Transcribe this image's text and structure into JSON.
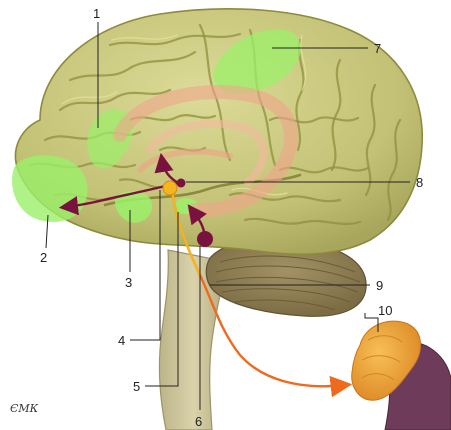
{
  "labels": {
    "l1": "1",
    "l2": "2",
    "l3": "3",
    "l4": "4",
    "l5": "5",
    "l6": "6",
    "l7": "7",
    "l8": "8",
    "l9": "9",
    "l10": "10"
  },
  "signature": "ЄМК",
  "colors": {
    "brain_fill": "#c9c77d",
    "brain_outline": "#8c8a3c",
    "highlight_green": "#9bf06a",
    "limbic_pink": "#f0a58c",
    "pathway_dark_red": "#7a1240",
    "pathway_orange": "#f06a1e",
    "node_yellow": "#f6b41e",
    "cerebellum": "#8c7c4e",
    "brainstem": "#cbc49a",
    "adrenal_orange": "#f0a33c",
    "kidney_purple": "#6e3c5a"
  }
}
